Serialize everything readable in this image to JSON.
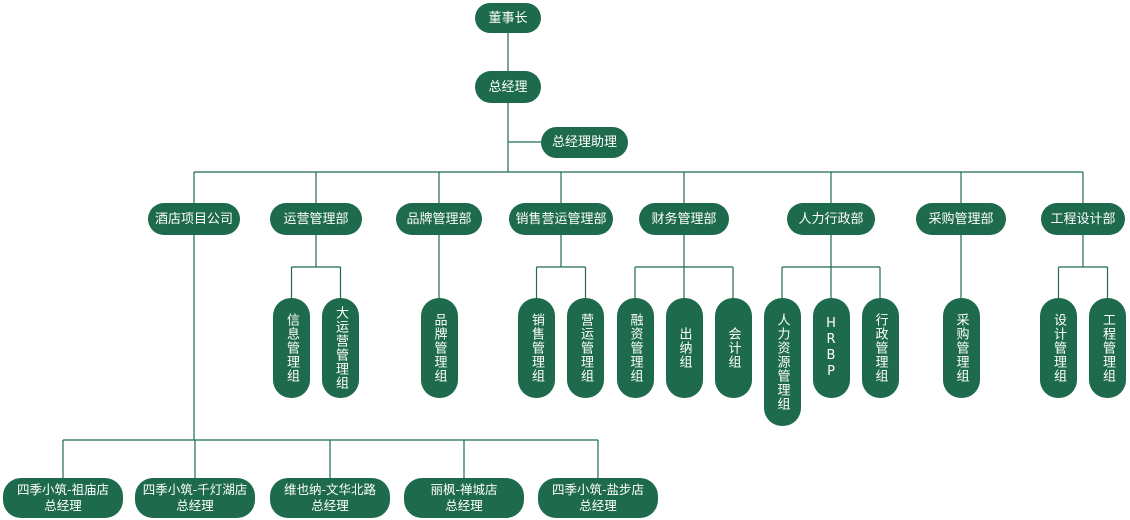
{
  "root": "董事长",
  "gm": "总经理",
  "gm_assistant": "总经理助理",
  "departments": [
    {
      "name": "酒店项目公司",
      "subs": []
    },
    {
      "name": "运营管理部",
      "subs": [
        "信息管理组",
        "大运营管理组"
      ]
    },
    {
      "name": "品牌管理部",
      "subs": [
        "品牌管理组"
      ]
    },
    {
      "name": "销售营运管理部",
      "subs": [
        "销售管理组",
        "营运管理组"
      ]
    },
    {
      "name": "财务管理部",
      "subs": [
        "融资管理组",
        "出纳组",
        "会计组"
      ]
    },
    {
      "name": "人力行政部",
      "subs": [
        "人力资源管理组",
        "HRBP",
        "行政管理组"
      ]
    },
    {
      "name": "采购管理部",
      "subs": [
        "采购管理组"
      ]
    },
    {
      "name": "工程设计部",
      "subs": [
        "设计管理组",
        "工程管理组"
      ]
    }
  ],
  "hotels": [
    "四季小筑-祖庙店\n总经理",
    "四季小筑-千灯湖店\n总经理",
    "维也纳-文华北路\n总经理",
    "丽枫-禅城店\n总经理",
    "四季小筑-盐步店\n总经理"
  ],
  "colors": {
    "node": "#1d6a4d",
    "line": "#1f6b4e",
    "text": "#ffffff"
  }
}
